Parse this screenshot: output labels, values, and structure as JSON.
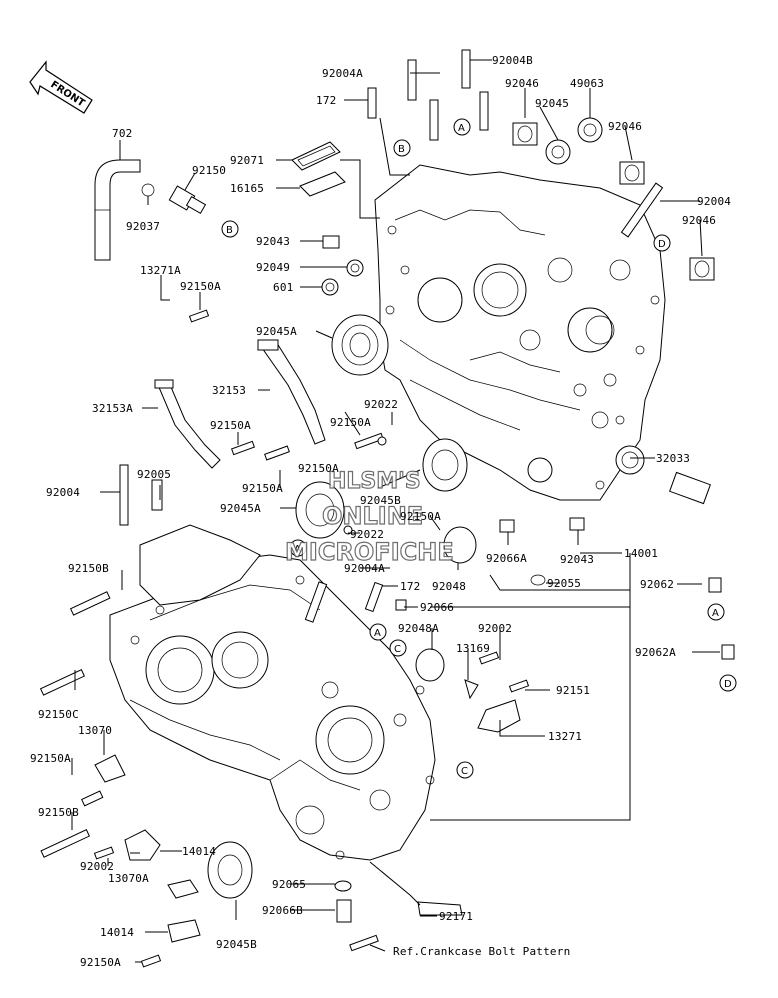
{
  "diagram": {
    "direction_arrow": "FRONT",
    "reference_note": "Ref.Crankcase Bolt Pattern",
    "watermark": {
      "line1": "HLSM'S",
      "line2": "ONLINE",
      "line3": "MICROFICHE"
    },
    "part_labels": [
      {
        "id": "p92004B",
        "text": "92004B"
      },
      {
        "id": "p92004A_top",
        "text": "92004A"
      },
      {
        "id": "p172_top",
        "text": "172"
      },
      {
        "id": "p92046_a",
        "text": "92046"
      },
      {
        "id": "p49063",
        "text": "49063"
      },
      {
        "id": "p92045_top",
        "text": "92045"
      },
      {
        "id": "p92046_b",
        "text": "92046"
      },
      {
        "id": "p702",
        "text": "702"
      },
      {
        "id": "p92150_top",
        "text": "92150"
      },
      {
        "id": "p92037",
        "text": "92037"
      },
      {
        "id": "p92071",
        "text": "92071"
      },
      {
        "id": "p16165",
        "text": "16165"
      },
      {
        "id": "p92004_r",
        "text": "92004"
      },
      {
        "id": "p92046_c",
        "text": "92046"
      },
      {
        "id": "p92043_top",
        "text": "92043"
      },
      {
        "id": "p92049",
        "text": "92049"
      },
      {
        "id": "p601",
        "text": "601"
      },
      {
        "id": "p13271A",
        "text": "13271A"
      },
      {
        "id": "p92150A_1",
        "text": "92150A"
      },
      {
        "id": "p92045A_1",
        "text": "92045A"
      },
      {
        "id": "p32153",
        "text": "32153"
      },
      {
        "id": "p32153A",
        "text": "32153A"
      },
      {
        "id": "p92150A_2",
        "text": "92150A"
      },
      {
        "id": "p92022_a",
        "text": "92022"
      },
      {
        "id": "p92150A_3",
        "text": "92150A"
      },
      {
        "id": "p92005",
        "text": "92005"
      },
      {
        "id": "p92150A_4",
        "text": "92150A"
      },
      {
        "id": "p92150A_5",
        "text": "92150A"
      },
      {
        "id": "p92004_l",
        "text": "92004"
      },
      {
        "id": "p92045B_1",
        "text": "92045B"
      },
      {
        "id": "p92045A_2",
        "text": "92045A"
      },
      {
        "id": "p92150A_6",
        "text": "92150A"
      },
      {
        "id": "p32033",
        "text": "32033"
      },
      {
        "id": "p92022_b",
        "text": "92022"
      },
      {
        "id": "p92066A",
        "text": "92066A"
      },
      {
        "id": "p92043_b",
        "text": "92043"
      },
      {
        "id": "p14001",
        "text": "14001"
      },
      {
        "id": "p92150B_1",
        "text": "92150B"
      },
      {
        "id": "p92004A_b",
        "text": "92004A"
      },
      {
        "id": "p92048",
        "text": "92048"
      },
      {
        "id": "p92055",
        "text": "92055"
      },
      {
        "id": "p92062",
        "text": "92062"
      },
      {
        "id": "p172_b",
        "text": "172"
      },
      {
        "id": "p92066",
        "text": "92066"
      },
      {
        "id": "p92048A",
        "text": "92048A"
      },
      {
        "id": "p92002_a",
        "text": "92002"
      },
      {
        "id": "p92062A",
        "text": "92062A"
      },
      {
        "id": "p13169",
        "text": "13169"
      },
      {
        "id": "p92150C",
        "text": "92150C"
      },
      {
        "id": "p92151",
        "text": "92151"
      },
      {
        "id": "p13070",
        "text": "13070"
      },
      {
        "id": "p92150A_7",
        "text": "92150A"
      },
      {
        "id": "p13271",
        "text": "13271"
      },
      {
        "id": "p92150B_2",
        "text": "92150B"
      },
      {
        "id": "p14014_a",
        "text": "14014"
      },
      {
        "id": "p13070A",
        "text": "13070A"
      },
      {
        "id": "p92002_b",
        "text": "92002"
      },
      {
        "id": "p92065",
        "text": "92065"
      },
      {
        "id": "p92066B",
        "text": "92066B"
      },
      {
        "id": "p92171",
        "text": "92171"
      },
      {
        "id": "p92045B_2",
        "text": "92045B"
      },
      {
        "id": "p14014_b",
        "text": "14014"
      },
      {
        "id": "p92150A_8",
        "text": "92150A"
      }
    ],
    "callouts": [
      {
        "id": "cB1",
        "text": "B"
      },
      {
        "id": "cB2",
        "text": "B"
      },
      {
        "id": "cA1",
        "text": "A"
      },
      {
        "id": "cD1",
        "text": "D"
      },
      {
        "id": "cA2",
        "text": "A"
      },
      {
        "id": "cA3",
        "text": "A"
      },
      {
        "id": "cC1",
        "text": "C"
      },
      {
        "id": "cA4",
        "text": "A"
      },
      {
        "id": "cD2",
        "text": "D"
      },
      {
        "id": "cC2",
        "text": "C"
      }
    ]
  }
}
